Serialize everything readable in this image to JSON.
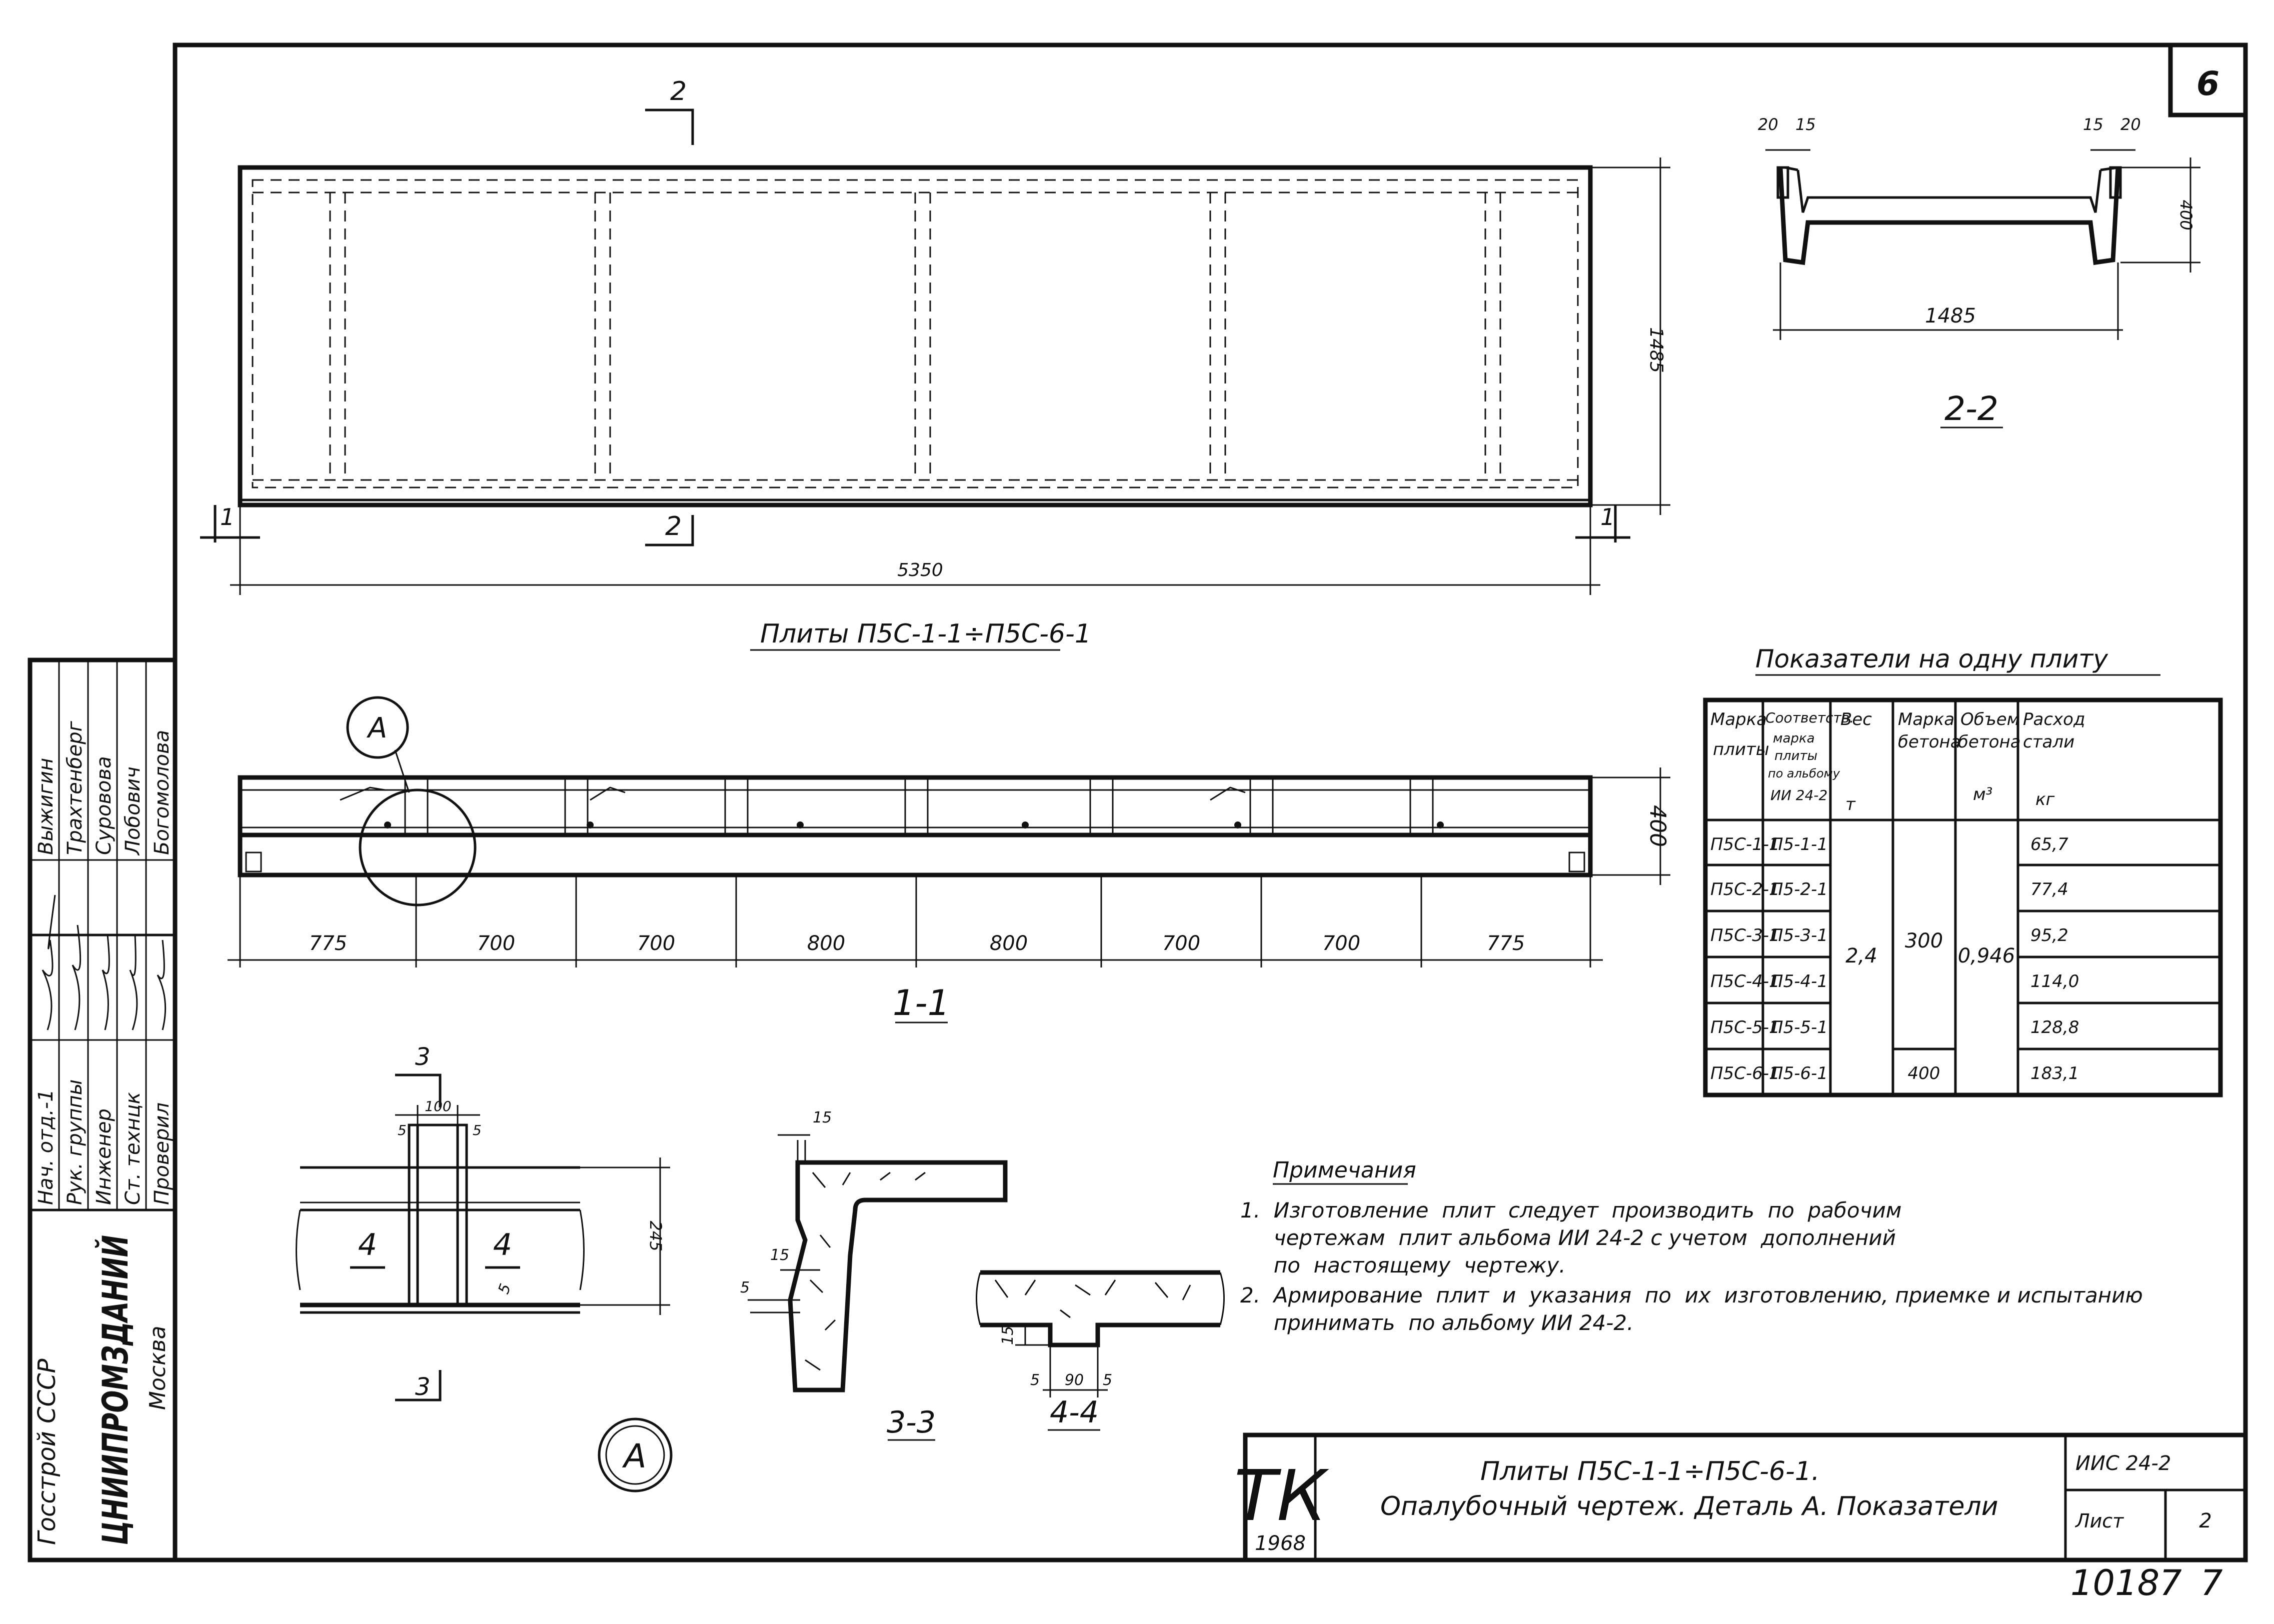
{
  "sheet_badge": "6",
  "sheet_footer": {
    "code": "10187",
    "page": "7"
  },
  "plan": {
    "title": "Плиты П5С-1-1÷П5С-6-1",
    "length": "5350",
    "width": "1485",
    "cut_1": "1",
    "cut_2": "2"
  },
  "section_1_1": {
    "label": "1-1",
    "height": "400",
    "callout": "A",
    "spans": [
      "775",
      "700",
      "700",
      "800",
      "800",
      "700",
      "700",
      "775"
    ]
  },
  "section_2_2": {
    "label": "2-2",
    "width": "1485",
    "height": "400",
    "dims_left": [
      "20",
      "15"
    ],
    "dims_right": [
      "15",
      "20"
    ]
  },
  "detail_a": {
    "label": "A",
    "cut": "3",
    "rib_width": "100",
    "offset_left": "5",
    "offset_right": "5",
    "slab_mark": "4",
    "height": "245",
    "gap": "5"
  },
  "section_3_3": {
    "label": "3-3",
    "dims": [
      "15",
      "15",
      "5"
    ]
  },
  "section_4_4": {
    "label": "4-4",
    "dims": [
      "15",
      "5",
      "90",
      "5"
    ]
  },
  "indicators": {
    "title": "Показатели  на  одну  плиту",
    "headers": [
      [
        "Марка",
        "плиты"
      ],
      [
        "Соответств.",
        "марка",
        "плиты",
        "по альбому",
        "ИИ 24-2"
      ],
      [
        "Вес",
        "т"
      ],
      [
        "Марка",
        "бетона"
      ],
      [
        "Объем",
        "бетона",
        "м³"
      ],
      [
        "Расход",
        "стали",
        "кг"
      ]
    ],
    "rows": [
      {
        "mark": "П5С-1-1",
        "corr": "П5-1-1",
        "steel": "65,7"
      },
      {
        "mark": "П5С-2-1",
        "corr": "П5-2-1",
        "steel": "77,4"
      },
      {
        "mark": "П5С-3-1",
        "corr": "П5-3-1",
        "steel": "95,2"
      },
      {
        "mark": "П5С-4-1",
        "corr": "П5-4-1",
        "steel": "114,0"
      },
      {
        "mark": "П5С-5-1",
        "corr": "П5-5-1",
        "steel": "128,8"
      },
      {
        "mark": "П5С-6-1",
        "corr": "П5-6-1",
        "steel": "183,1"
      }
    ],
    "weight": "2,4",
    "concrete_main": "300",
    "concrete_last": "400",
    "volume": "0,946"
  },
  "notes": {
    "heading": "Примечания",
    "items": [
      "1.  Изготовление  плит  следует  производить  по  рабочим",
      "     чертежам  плит альбома ИИ 24-2 с учетом  дополнений",
      "     по  настоящему  чертежу.",
      "2.  Армирование  плит  и  указания  по  их  изготовлению, приемке и испытанию",
      "     принимать  по альбому ИИ 24-2."
    ]
  },
  "left_strip": {
    "ministry": "Госстрой СССР",
    "institute": "ЦНИИПРОМЗДАНИЙ",
    "city": "Москва",
    "roles": [
      "Нач. отд.-1",
      "Рук. группы",
      "Инженер",
      "Ст. технцк",
      "Проверил"
    ],
    "names": [
      "Выжигин",
      "Трахтенберг",
      "Суровова",
      "Лобович",
      "Богомолова"
    ]
  },
  "title_block": {
    "stamp": "ТК",
    "year": "1968",
    "line1": "Плиты  П5С-1-1÷П5С-6-1.",
    "line2": "Опалубочный  чертеж. Деталь А. Показатели",
    "album": "ИИС 24-2",
    "sheet_label": "Лист",
    "sheet_no": "2"
  }
}
